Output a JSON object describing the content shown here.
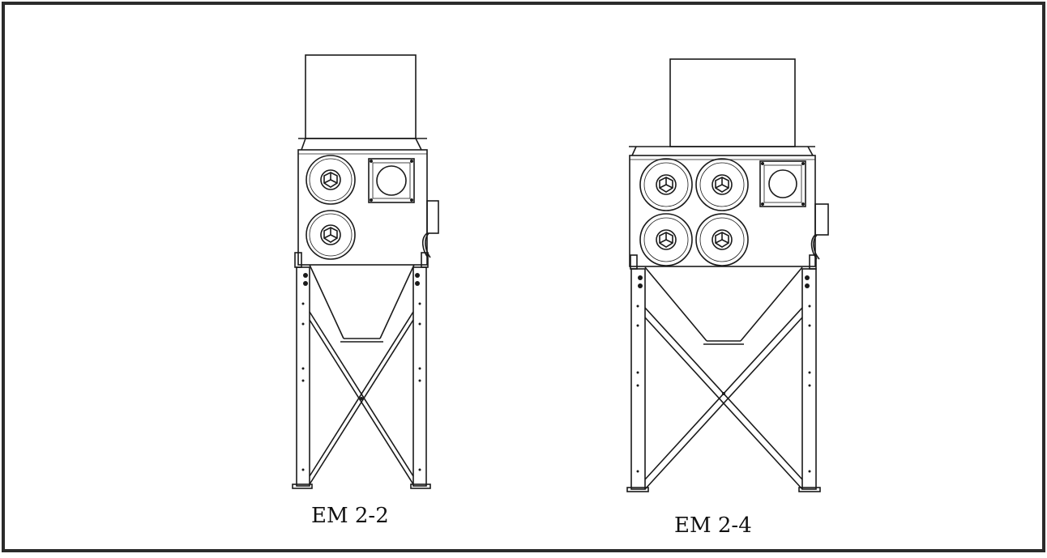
{
  "figure": {
    "units": [
      {
        "label": "EM 2-2",
        "filter_cartridges": 2
      },
      {
        "label": "EM 2-4",
        "filter_cartridges": 4
      }
    ],
    "colors": {
      "line": "#1a1a1a",
      "border": "#2b2b2b",
      "background": "#ffffff"
    }
  }
}
